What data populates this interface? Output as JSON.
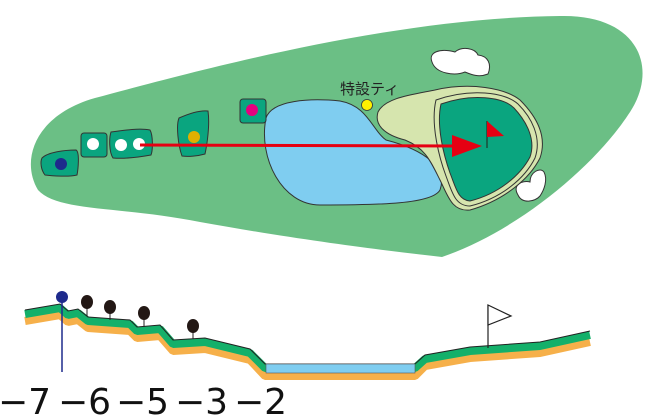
{
  "hole_map": {
    "special_tee_label": "特設ティ",
    "colors": {
      "rough": "#6bbf85",
      "tee_box": "#0aa57f",
      "water": "#7fcdf0",
      "apron": "#d6e5ae",
      "green": "#0aa57f",
      "shot_line": "#e60012",
      "tee_blue": "#1e2a8c",
      "tee_white": "#ffffff",
      "tee_gold": "#e0b000",
      "tee_pink": "#e4007f",
      "tee_special": "#fff100"
    }
  },
  "profile": {
    "distance_labels": [
      "−7",
      "−6",
      "−5",
      "−3",
      "−2"
    ],
    "colors": {
      "turf": "#14b06a",
      "soil": "#f6b04a",
      "water": "#7fcdf0",
      "tee_post": "#1e2a8c"
    }
  }
}
